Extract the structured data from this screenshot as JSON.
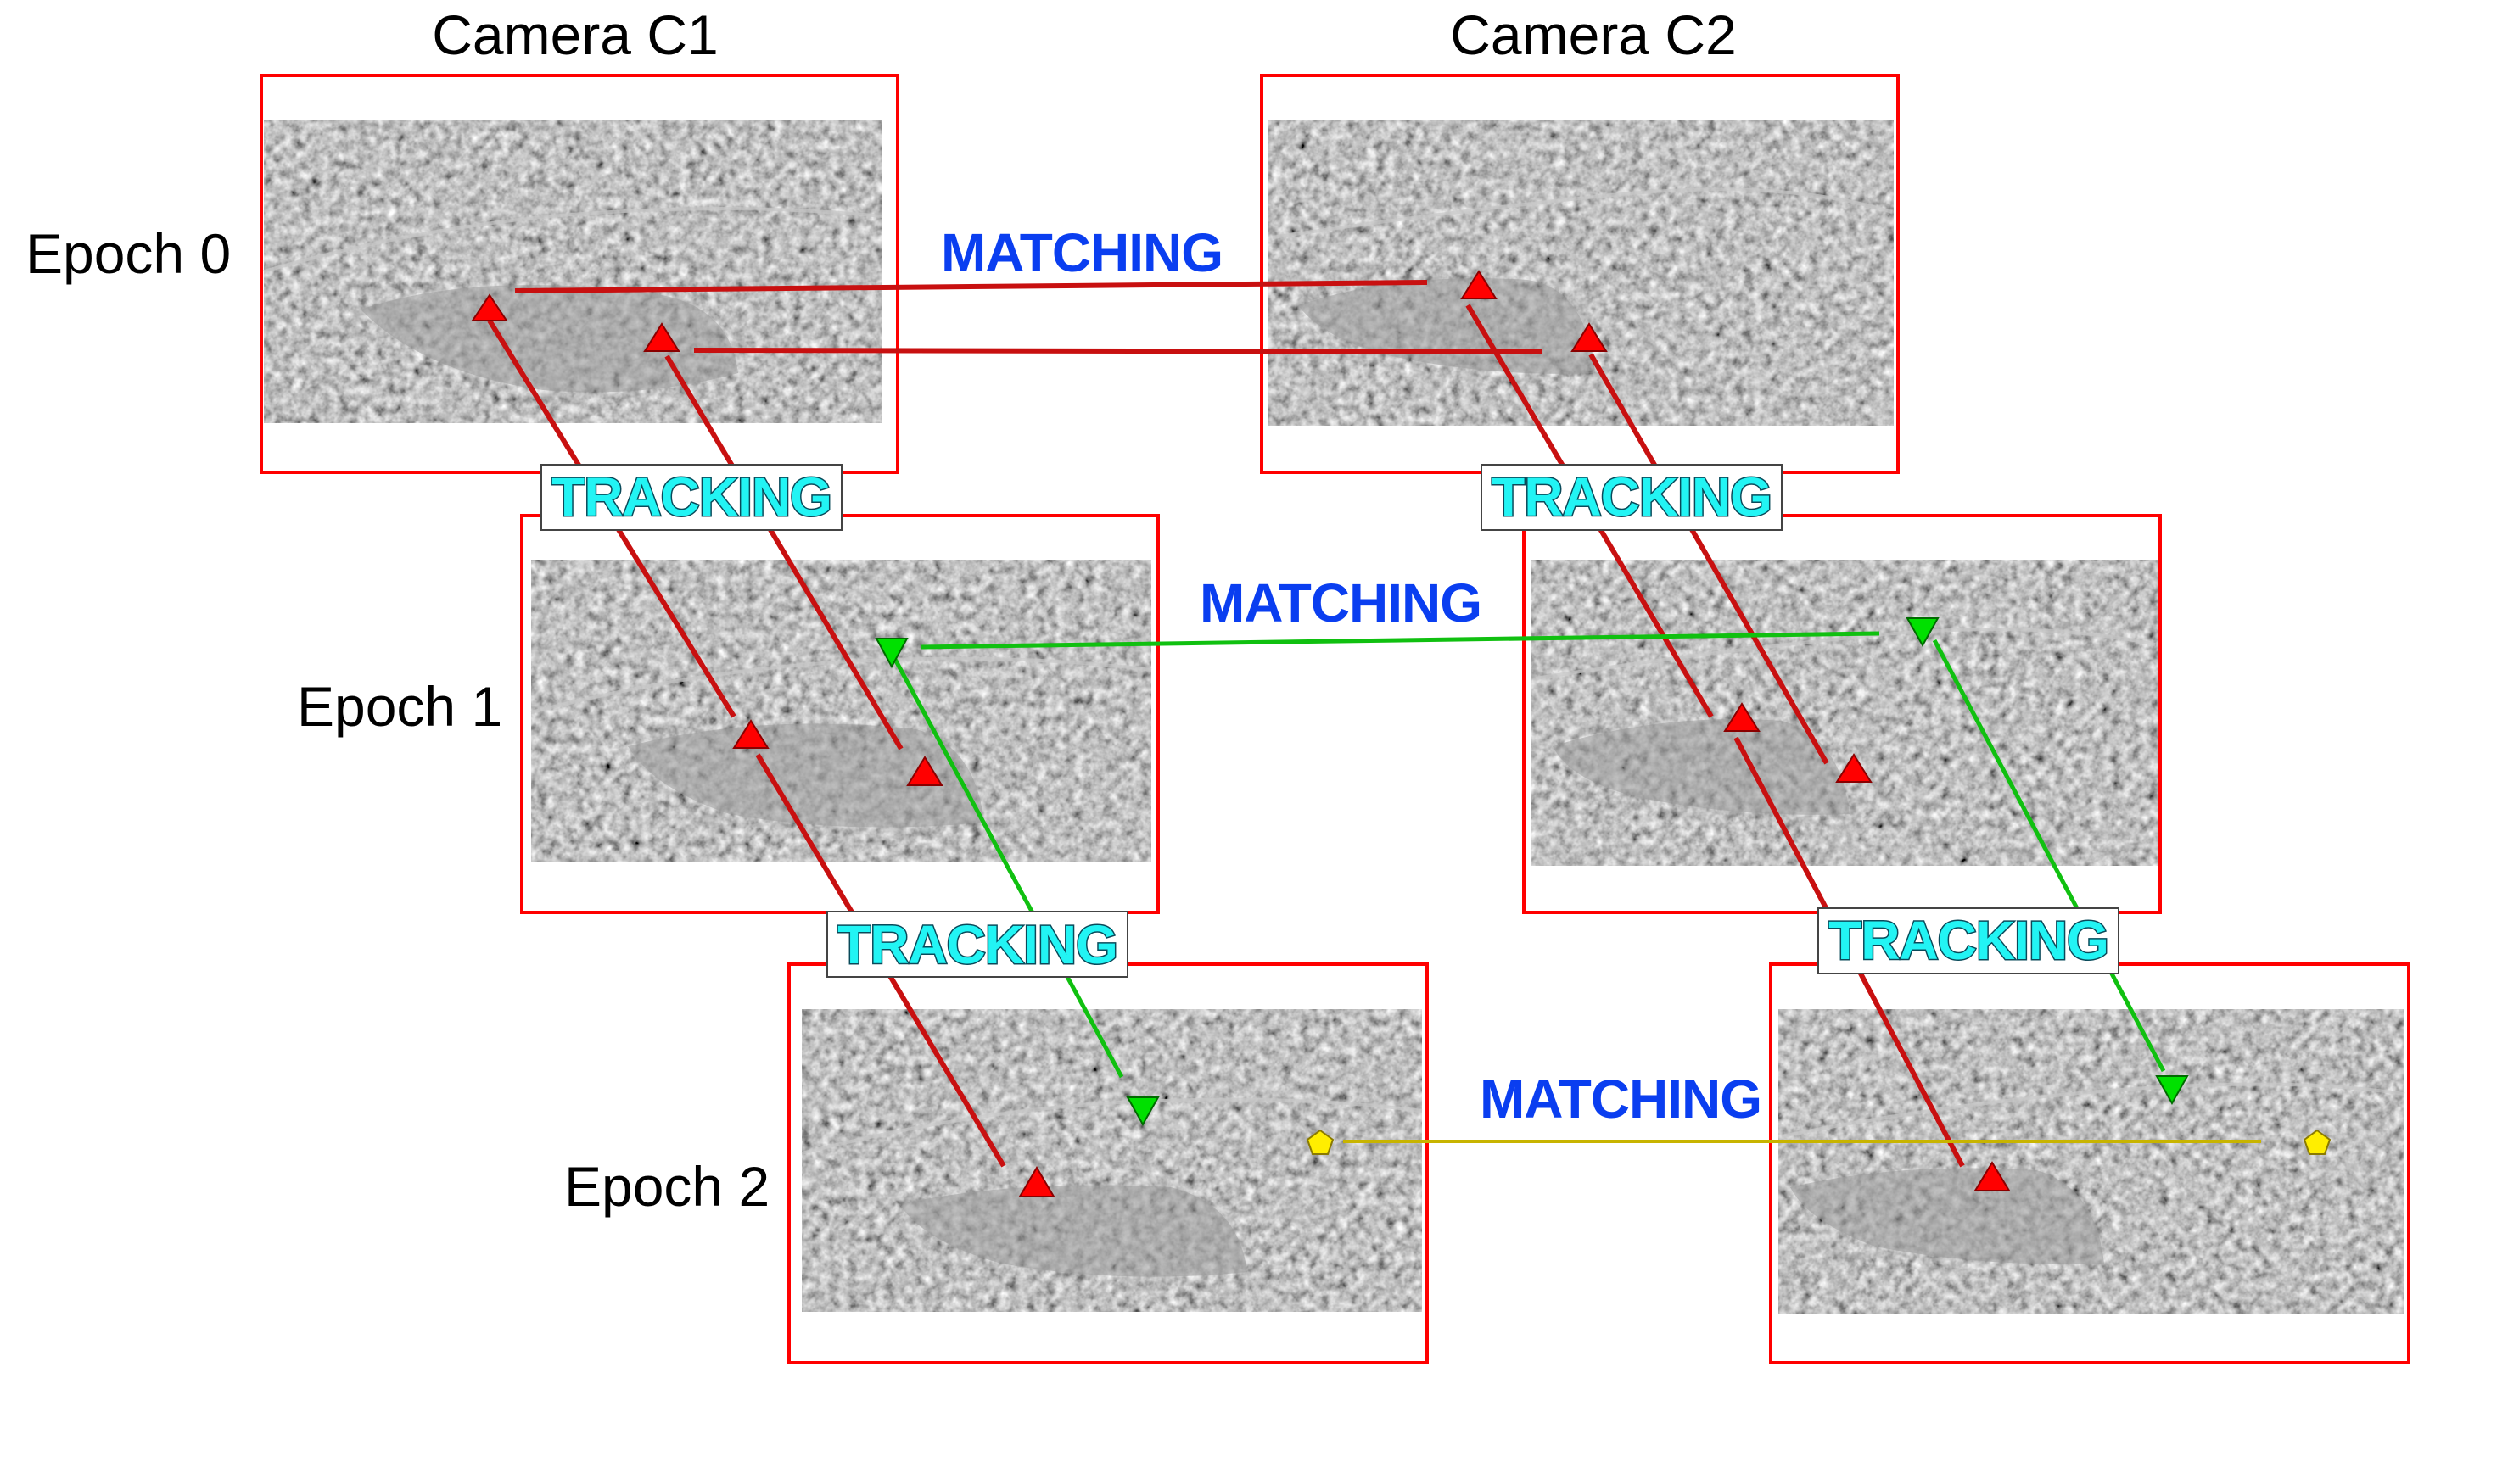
{
  "cameras": [
    "Camera C1",
    "Camera C2"
  ],
  "epochs": [
    "Epoch 0",
    "Epoch 1",
    "Epoch 2"
  ],
  "labels": {
    "matching": "MATCHING",
    "tracking": "TRACKING"
  },
  "colors": {
    "frame_border": "#ff0000",
    "red_track": "#ff0000",
    "red_line": "#c81010",
    "green_track": "#00e000",
    "green_line": "#10c010",
    "yellow_track": "#ffee00",
    "yellow_line": "#c8b400",
    "matching_text": "#0a3ef0",
    "tracking_text": "#22f4f4"
  },
  "marker_shapes": {
    "red": "triangle-up",
    "green": "triangle-down",
    "yellow": "pentagon"
  }
}
